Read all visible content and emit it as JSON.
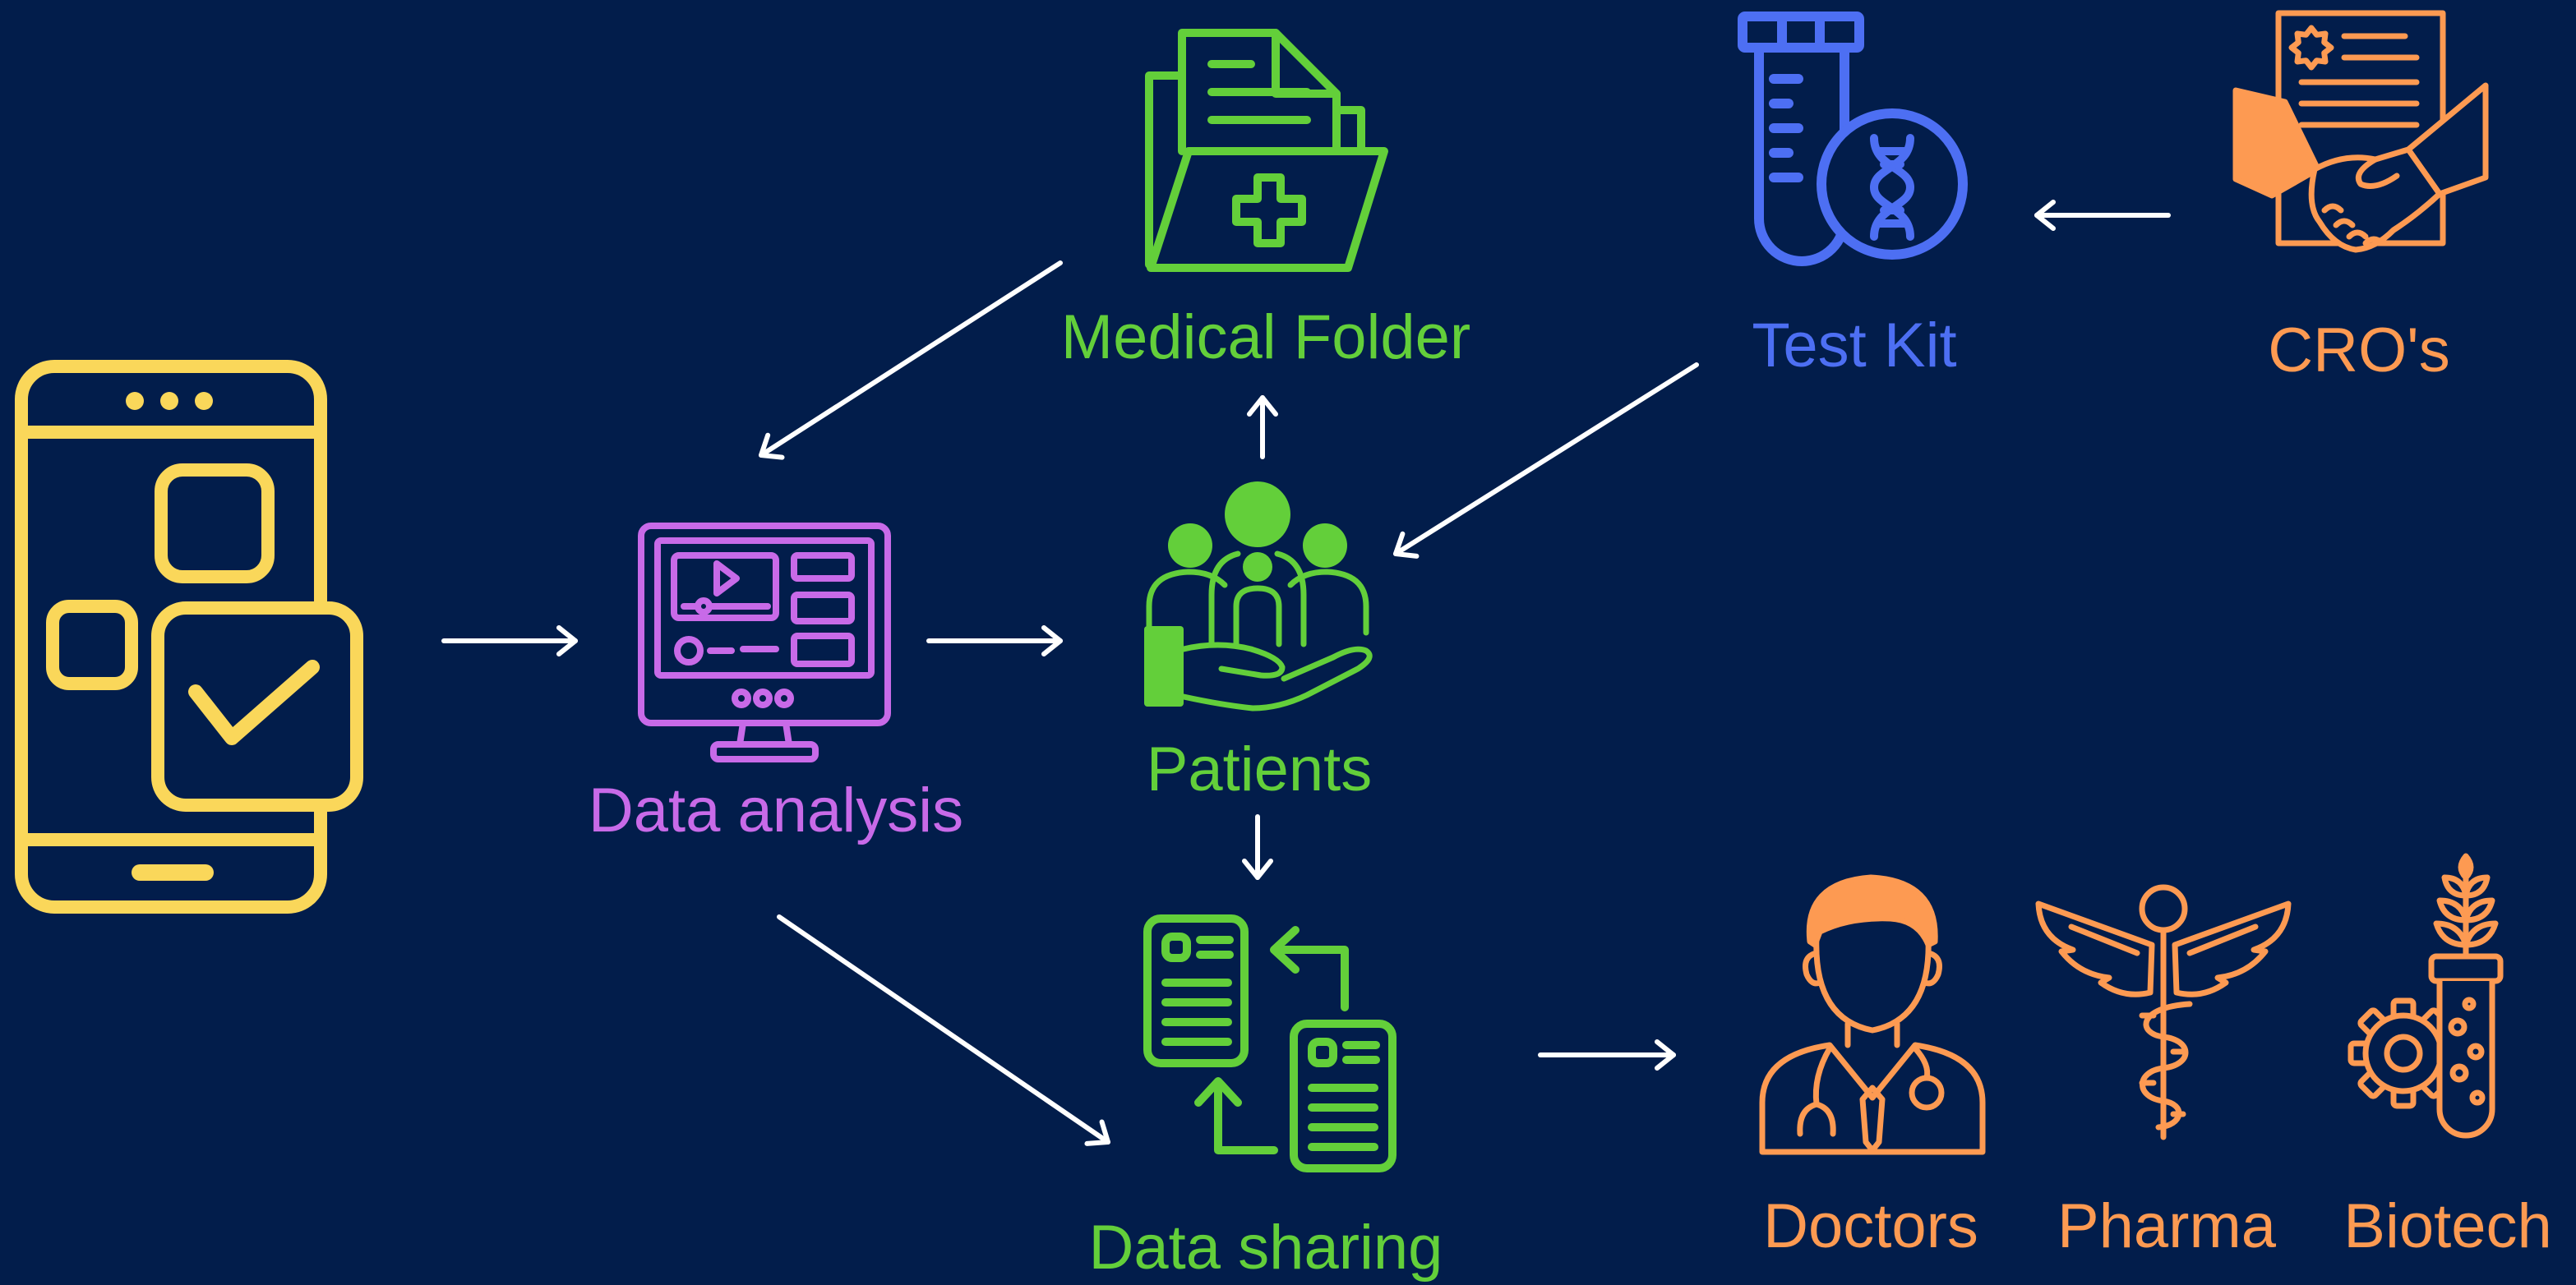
{
  "colors": {
    "background": "#021d4b",
    "yellow": "#fad75a",
    "purple": "#c86ae8",
    "green": "#63cf3a",
    "blue": "#4d6ff3",
    "orange": "#fd9a52",
    "arrow": "#ffffff"
  },
  "nodes": {
    "app": {
      "icon": "smartphone-checklist-icon"
    },
    "data_analysis": {
      "label": "Data analysis",
      "icon": "monitor-dashboard-icon"
    },
    "patients": {
      "label": "Patients",
      "icon": "patients-care-icon"
    },
    "medical_folder": {
      "label": "Medical Folder",
      "icon": "medical-folder-icon"
    },
    "test_kit": {
      "label": "Test Kit",
      "icon": "test-tube-dna-icon"
    },
    "cros": {
      "label": "CRO's",
      "icon": "handshake-contract-icon"
    },
    "data_sharing": {
      "label": "Data sharing",
      "icon": "document-exchange-icon"
    },
    "doctors": {
      "label": "Doctors",
      "icon": "doctor-icon"
    },
    "pharma": {
      "label": "Pharma",
      "icon": "caduceus-icon"
    },
    "biotech": {
      "label": "Biotech",
      "icon": "biotech-tube-gear-icon"
    }
  }
}
